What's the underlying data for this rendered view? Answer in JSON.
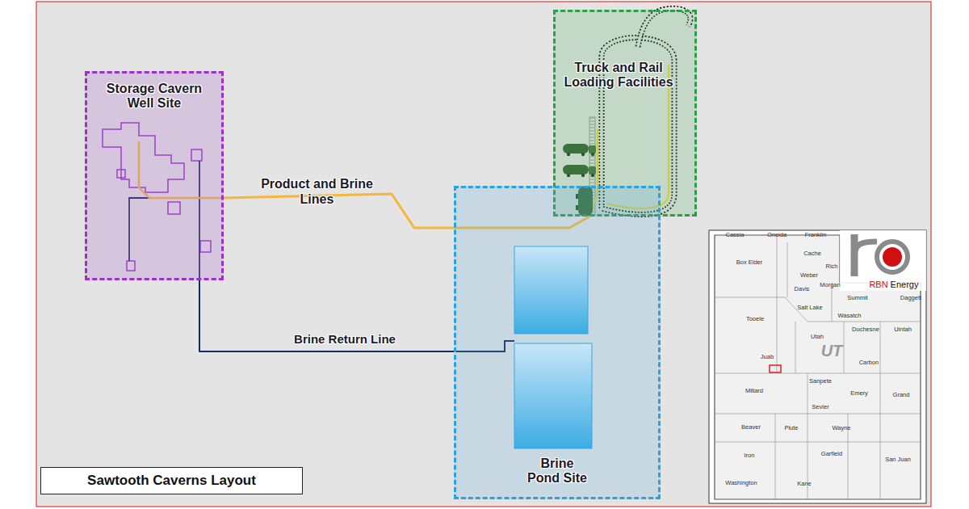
{
  "diagram": {
    "title": "Sawtooth Caverns Layout",
    "nodes": [
      {
        "text": [
          "Storage Cavern Well Site"
        ]
      },
      {
        "text": [
          "Truck and Rail Loading Facilities"
        ]
      },
      {
        "text": [
          "Brine Pond Site"
        ]
      }
    ],
    "edges": [
      {
        "from": 0,
        "to": 1,
        "arrow": "none",
        "label": "Product and Brine Lines"
      },
      {
        "from": 0,
        "to": 2,
        "arrow": "none",
        "label": "Brine Return Line"
      }
    ],
    "labels": [
      "Cassia",
      "Oneida",
      "Franklin",
      "Box Elder",
      "Cache",
      "Rich",
      "Weber",
      "Morgan",
      "Davis",
      "Summit",
      "Salt Lake",
      "Wasatch",
      "Tooele",
      "Utah",
      "Duchesne",
      "Uintah",
      "Daggett",
      "Juab",
      "UT",
      "Carbon",
      "Sanpete",
      "Millard",
      "Emery",
      "Grand",
      "Sevier",
      "Beaver",
      "Piute",
      "Wayne",
      "Iron",
      "Garfield",
      "San Juan",
      "Washington",
      "Kane",
      "RBN",
      "Energy"
    ]
  }
}
